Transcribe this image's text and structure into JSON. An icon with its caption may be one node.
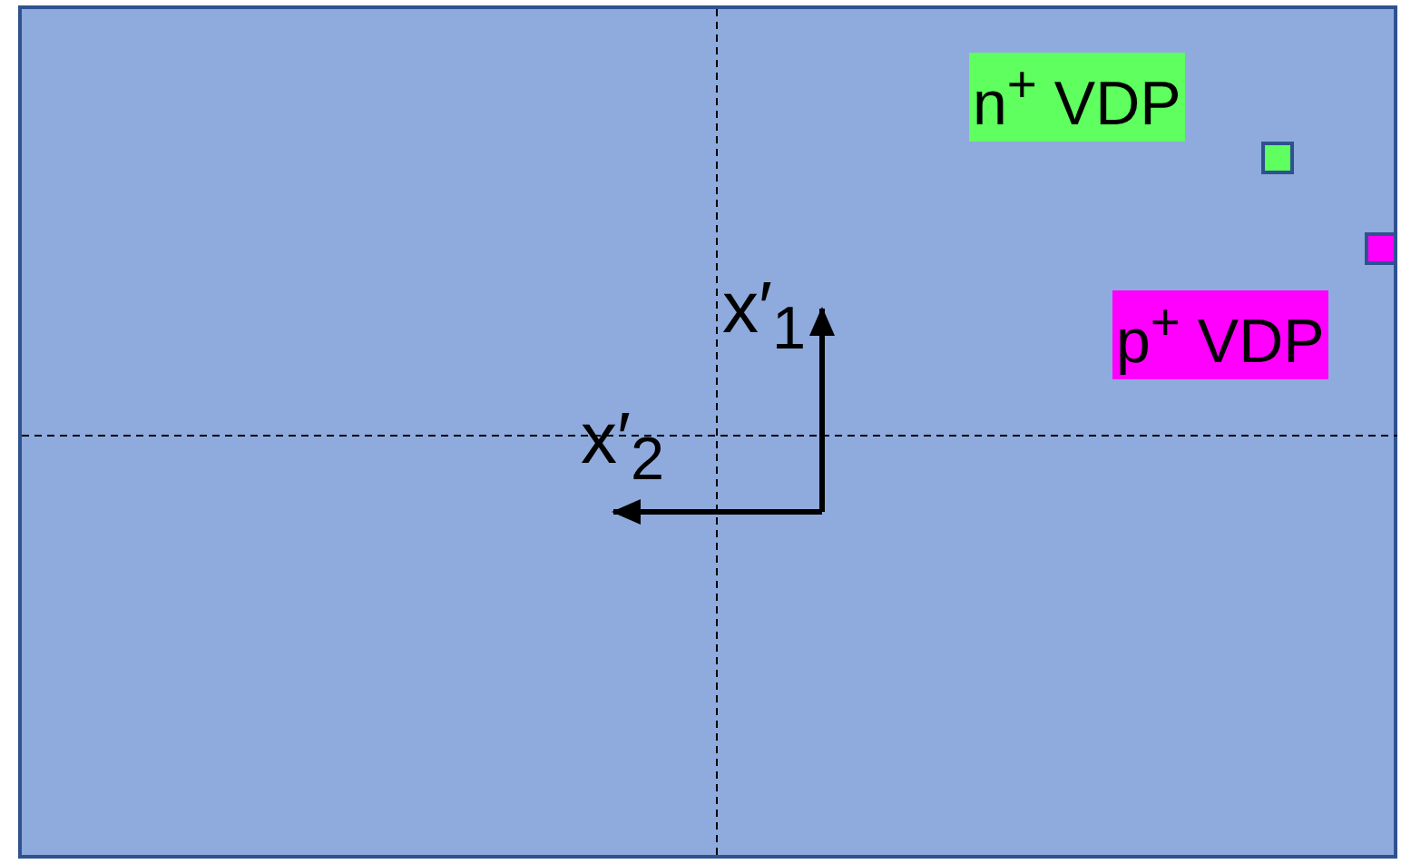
{
  "diagram": {
    "labels": [
      "x′$_{1}$",
      "x′$_{2}$"
    ],
    "legend": [
      {
        "text": "n$^{+}$ VDP",
        "color": "#5eff5e"
      },
      {
        "text": "p$^{+}$ VDP",
        "color": "#ff00ff"
      }
    ]
  }
}
